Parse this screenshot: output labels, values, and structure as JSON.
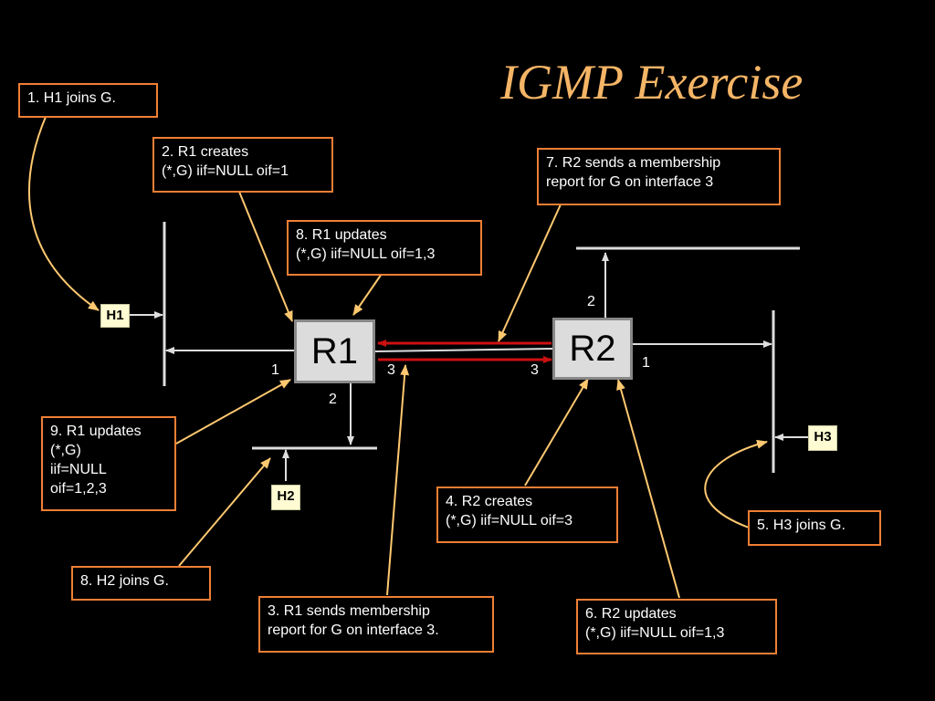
{
  "title": "IGMP Exercise",
  "routers": [
    {
      "id": "R1",
      "label": "R1"
    },
    {
      "id": "R2",
      "label": "R2"
    }
  ],
  "hosts": [
    {
      "id": "H1",
      "label": "H1"
    },
    {
      "id": "H2",
      "label": "H2"
    },
    {
      "id": "H3",
      "label": "H3"
    }
  ],
  "interfaces": {
    "r1_if1": "1",
    "r1_if2": "2",
    "r1_if3": "3",
    "r2_if1": "1",
    "r2_if2": "2",
    "r2_if3": "3"
  },
  "steps": [
    {
      "id": "s1",
      "text": "1.  H1 joins G."
    },
    {
      "id": "s2",
      "text": "2.  R1 creates\n(*,G) iif=NULL oif=1"
    },
    {
      "id": "s3",
      "text": "3. R1 sends membership\nreport for G on interface 3."
    },
    {
      "id": "s4",
      "text": "4.  R2 creates\n(*,G) iif=NULL oif=3"
    },
    {
      "id": "s5",
      "text": "5. H3 joins G."
    },
    {
      "id": "s6",
      "text": "6.  R2 updates\n(*,G) iif=NULL  oif=1,3"
    },
    {
      "id": "s7",
      "text": "7.  R2 sends a membership\nreport for G on interface 3"
    },
    {
      "id": "s8a",
      "text": "8.  R1 updates\n(*,G) iif=NULL oif=1,3"
    },
    {
      "id": "s8b",
      "text": "8.  H2 joins G."
    },
    {
      "id": "s9",
      "text": "9. R1 updates\n(*,G)\niif=NULL\noif=1,2,3"
    }
  ],
  "colors": {
    "background": "#000000",
    "title": "#f5b566",
    "note_border": "#f07f35",
    "callout": "#ffc870",
    "link": "#dddddd",
    "report": "#cc1111",
    "router_fill": "#dcdcdc",
    "host_fill": "#fffbd2"
  }
}
